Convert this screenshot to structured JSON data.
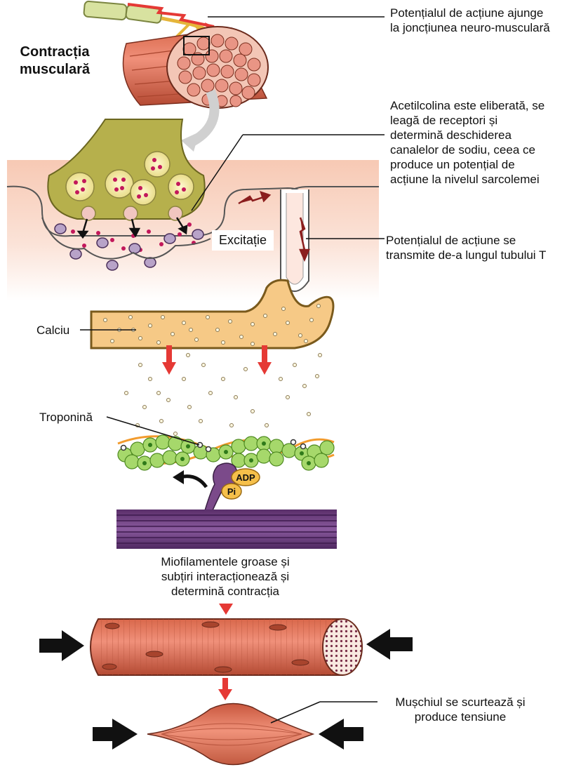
{
  "title": "Contracția\nmusculară",
  "labels": {
    "action_potential_arrives": "Potențialul de acțiune ajunge\nla joncțiunea neuro-musculară",
    "acetylcholine": "Acetilcolina este eliberată, se\nleagă de receptori și\ndetermină deschiderea\ncanalelor de sodiu, ceea ce\nproduce un potențial de\nacțiune la nivelul sarcolemei",
    "excitation": "Excitație",
    "t_tubule": "Potențialul de acțiune se\ntransmite de-a lungul tubului T",
    "calcium": "Calciu",
    "troponin": "Troponină",
    "adp": "ADP",
    "pi": "Pi",
    "myofilaments": "Miofilamentele groase și\nsubțiri interacționează și\ndetermină contracția",
    "muscle_shortens": "Mușchiul se scurtează și\nproduce tensiune"
  },
  "colors": {
    "muscle": "#e07a5f",
    "muscle_dark": "#b5533c",
    "terminal": "#b5b04a",
    "sarcoplasm": "#f6c9b5",
    "reticulum": "#f9d28a",
    "actin": "#8cc63f",
    "myosin": "#6b3a78",
    "arrow_red": "#e53935",
    "adp": "#f4b942"
  }
}
